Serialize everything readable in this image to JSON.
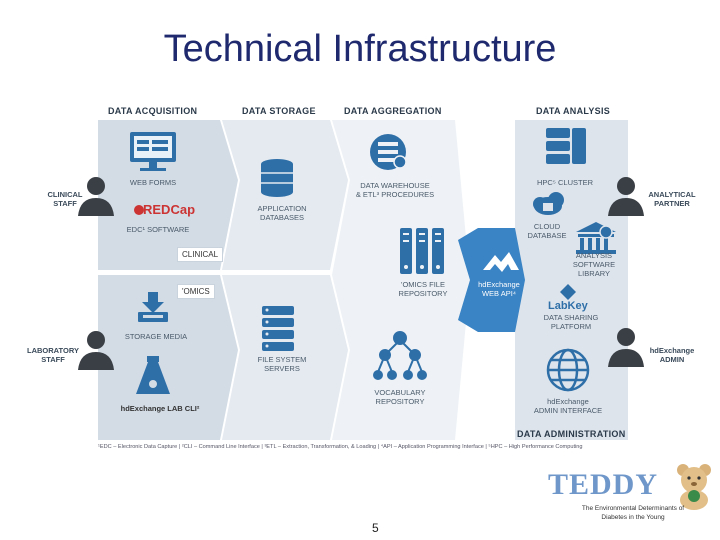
{
  "title": "Technical Infrastructure",
  "headers": {
    "acquisition": "DATA ACQUISITION",
    "storage": "DATA STORAGE",
    "aggregation": "DATA AGGREGATION",
    "analysis": "DATA ANALYSIS",
    "administration": "DATA ADMINISTRATION"
  },
  "roles": {
    "clinical_staff": "CLINICAL\nSTAFF",
    "laboratory_staff": "LABORATORY\nSTAFF",
    "analytical_partner": "ANALYTICAL\nPARTNER",
    "hdexchange_admin": "hdExchange\nADMIN"
  },
  "labels": {
    "web_forms": "WEB FORMS",
    "redcap": "REDCap",
    "edc_software": "EDC¹ SOFTWARE",
    "clinical": "CLINICAL",
    "omics": "'OMICS",
    "storage_media": "STORAGE MEDIA",
    "lab_cli": "hdExchange LAB CLI²",
    "app_db": "APPLICATION\nDATABASES",
    "fs_servers": "FILE SYSTEM\nSERVERS",
    "dw_etl": "DATA WAREHOUSE\n& ETL³ PROCEDURES",
    "omics_repo": "'OMICS FILE\nREPOSITORY",
    "vocab_repo": "VOCABULARY\nREPOSITORY",
    "web_api": "hdExchange\nWEB API⁴",
    "hpc_cluster": "HPC⁵ CLUSTER",
    "cloud_db": "CLOUD\nDATABASE",
    "analysis_lib": "ANALYSIS SOFTWARE\nLIBRARY",
    "labkey": "LabKey",
    "data_sharing": "DATA SHARING\nPLATFORM",
    "admin_interface": "hdExchange\nADMIN INTERFACE"
  },
  "footnote": "¹EDC – Electronic Data Capture | ²CLI – Command Line Interface | ³ETL – Extraction, Transformation, & Loading | ⁴API – Application Programming Interface | ⁵HPC – High Performance Computing",
  "page_number": "5",
  "logo": {
    "name": "TEDDY",
    "tagline": "The Environmental Determinants of Diabetes in the Young"
  },
  "colors": {
    "title": "#1f2a6e",
    "band_dark": "#c7d2dc",
    "band_light": "#e3e9ef",
    "icon_blue": "#2f6fa8",
    "api_blue": "#3a83c4",
    "person": "#3a3f45"
  },
  "icons": [
    "person-icon",
    "monitor-icon",
    "redcap-logo-icon",
    "database-icon",
    "server-stack-icon",
    "download-tray-icon",
    "flask-icon",
    "network-tree-icon",
    "cloud-icon",
    "library-icon",
    "globe-icon",
    "teddy-bear-icon"
  ]
}
